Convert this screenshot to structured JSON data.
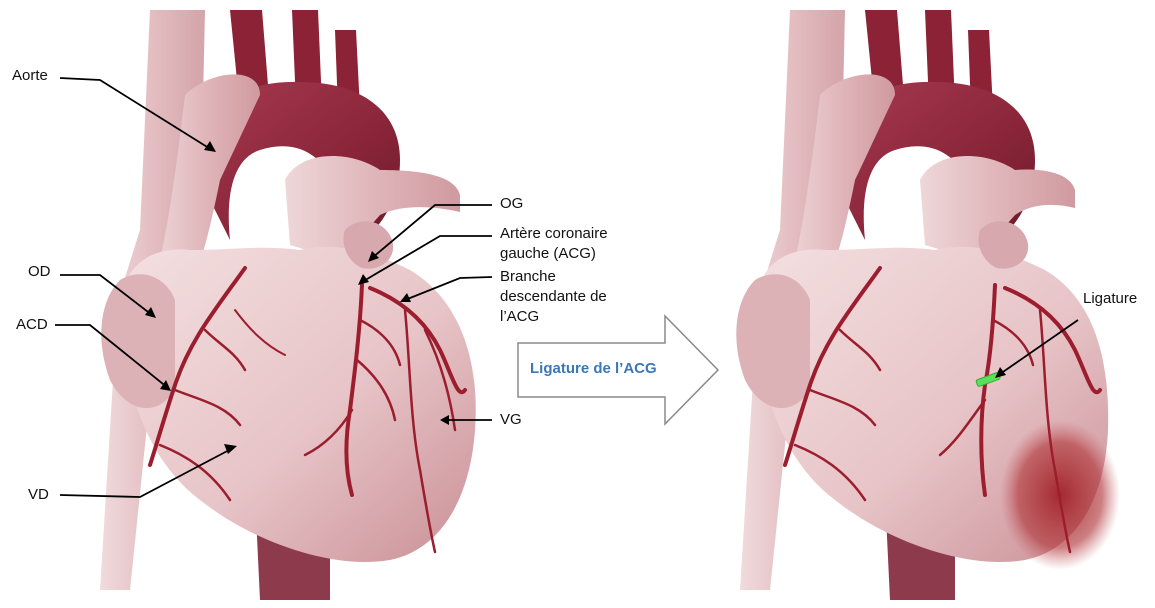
{
  "labels": {
    "aorte": "Aorte",
    "od": "OD",
    "acd": "ACD",
    "vd": "VD",
    "og": "OG",
    "acg_line1": "Artère coronaire",
    "acg_line2": "gauche (ACG)",
    "branche_line1": "Branche",
    "branche_line2": "descendante de",
    "branche_line3": "l’ACG",
    "vg": "VG",
    "ligature": "Ligature"
  },
  "procedure_arrow": {
    "label": "Ligature de l’ACG"
  },
  "colors": {
    "heart_tissue": "#e9c5c8",
    "aorta": "#8e2a3e",
    "vessels": "#9c1e2e",
    "ligature_clip": "#5ce05c",
    "infarct": "#a5282b",
    "arrow_text": "#3a78b8"
  }
}
